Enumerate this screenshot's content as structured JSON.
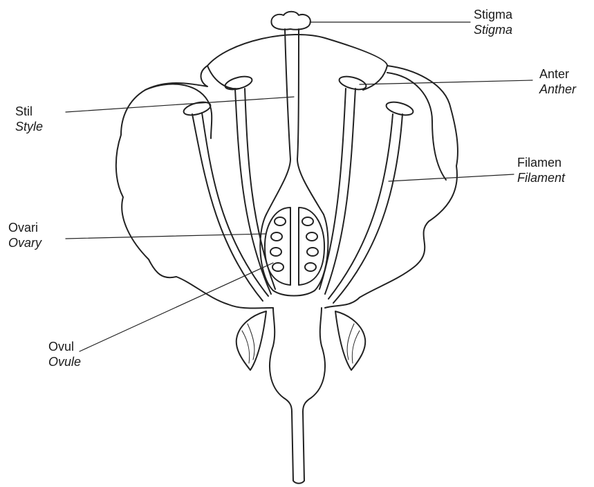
{
  "labels": {
    "stigma": {
      "id": "Stigma",
      "en": "Stigma"
    },
    "anther": {
      "id": "Anter",
      "en": "Anther"
    },
    "style": {
      "id": "Stil",
      "en": "Style"
    },
    "filament": {
      "id": "Filamen",
      "en": "Filament"
    },
    "ovary": {
      "id": "Ovari",
      "en": "Ovary"
    },
    "ovule": {
      "id": "Ovul",
      "en": "Ovule"
    }
  }
}
